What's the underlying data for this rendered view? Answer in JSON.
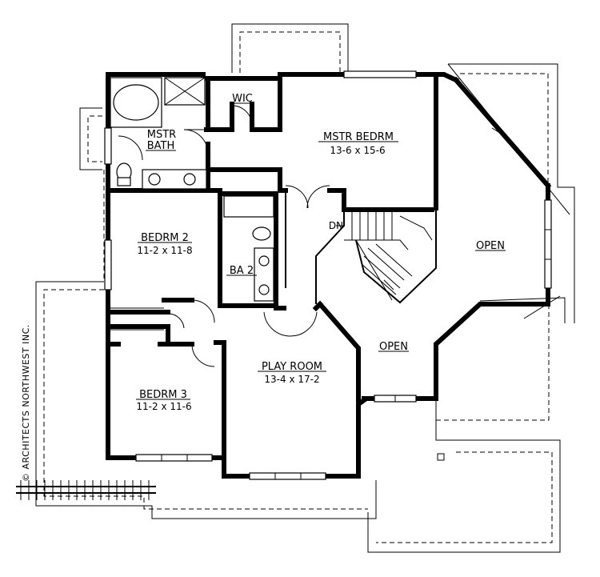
{
  "rooms": {
    "wic": {
      "name": "WIC"
    },
    "master_bath": {
      "name_line1": "MSTR",
      "name_line2": "BATH"
    },
    "master_bedroom": {
      "name": "MSTR BEDRM",
      "dims": "13-6 x 15-6"
    },
    "bedroom2": {
      "name": "BEDRM 2",
      "dims": "11-2 x 11-8"
    },
    "bath2": {
      "name": "BA 2"
    },
    "bedroom3": {
      "name": "BEDRM 3",
      "dims": "11-2 x 11-6"
    },
    "play_room": {
      "name": "PLAY ROOM",
      "dims": "13-4 x 17-2"
    },
    "open_right": {
      "name": "OPEN"
    },
    "open_center": {
      "name": "OPEN"
    },
    "stair_down": {
      "name": "DN"
    }
  },
  "credit": "© ARCHITECTS NORTHWEST INC."
}
